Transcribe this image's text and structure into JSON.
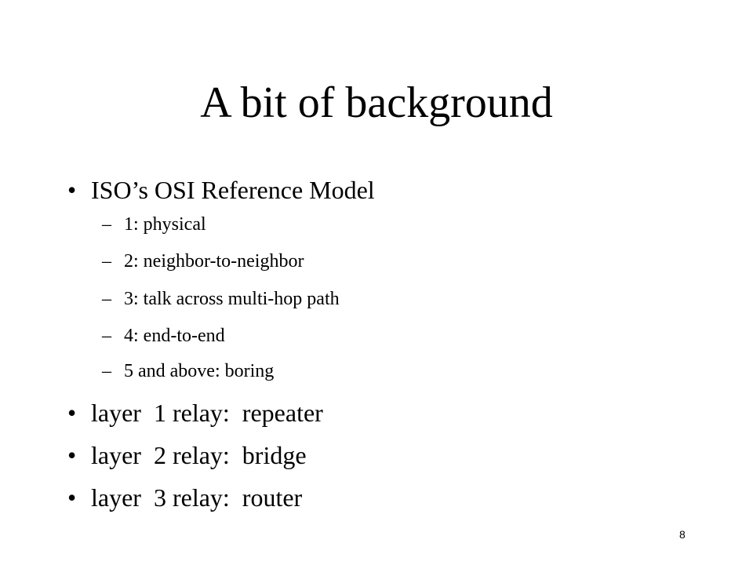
{
  "slide": {
    "title": "A bit of background",
    "bullet_symbol": "•",
    "sub_symbol": "–",
    "bullets": [
      {
        "text": "ISO’s OSI Reference Model",
        "subitems": [
          "1: physical",
          "2: neighbor-to-neighbor",
          "3: talk across multi-hop path",
          "4: end-to-end",
          "5 and above: boring"
        ]
      },
      {
        "text": "layer  1 relay:  repeater"
      },
      {
        "text": "layer  2 relay:  bridge"
      },
      {
        "text": "layer  3 relay:  router"
      }
    ],
    "page_number": "8"
  }
}
